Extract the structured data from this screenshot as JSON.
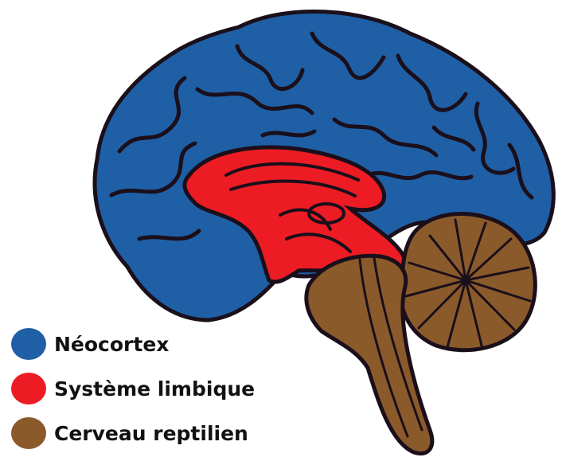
{
  "colors": {
    "neocortex": "#1f5fa6",
    "limbic": "#ed1c24",
    "reptilian": "#8b5a2b",
    "outline": "#1a0f1a"
  },
  "legend": [
    {
      "label": "Néocortex",
      "color": "#1f5fa6"
    },
    {
      "label": "Système limbique",
      "color": "#ed1c24"
    },
    {
      "label": "Cerveau reptilien",
      "color": "#8b5a2b"
    }
  ]
}
